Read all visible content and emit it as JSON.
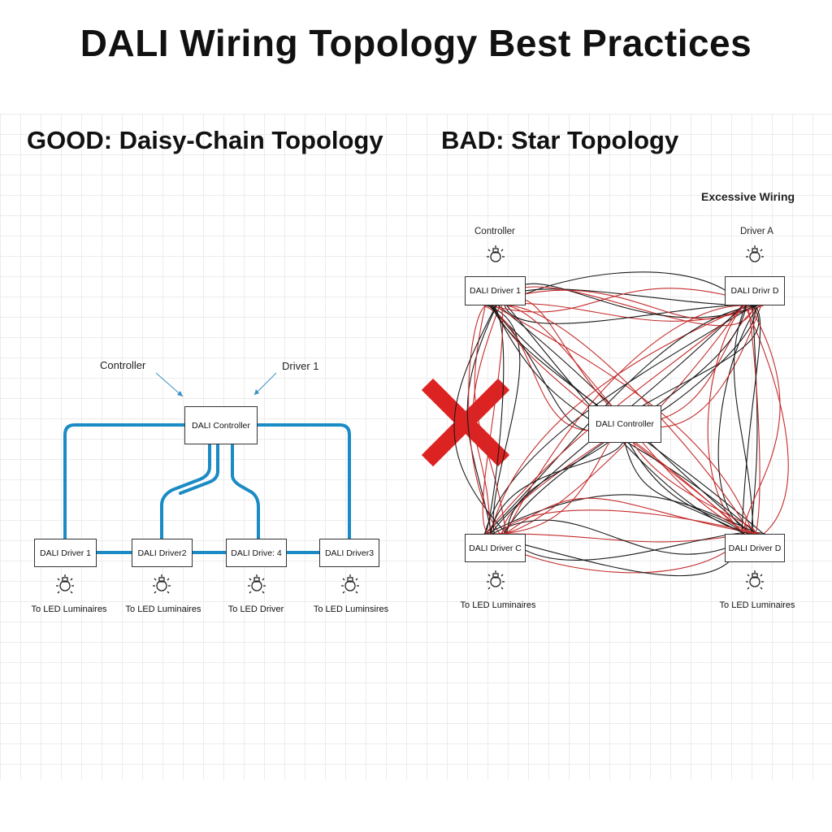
{
  "title": "DALI Wiring Topology Best Practices",
  "good": {
    "heading": "GOOD: Daisy-Chain Topology",
    "callouts": [
      "Controller",
      "Driver 1"
    ],
    "controller": "DALI Controller",
    "drivers": [
      "DALI Driver 1",
      "DALI Driver2",
      "DALI Drive: 4",
      "DALI Driver3"
    ],
    "outputs": [
      "To LED Luminaires",
      "To LED Luminaires",
      "To LED Driver",
      "To LED Luminsires"
    ]
  },
  "bad": {
    "heading": "BAD: Star Topology",
    "note": "Excessive Wiring",
    "top_labels": [
      "Controller",
      "Driver A"
    ],
    "controller": "DALI Controller",
    "drivers": [
      "DALI Driver 1",
      "DALI Drivr D",
      "DALI Driver C",
      "DALI Driver D"
    ],
    "outputs": [
      "To LED Luminaires",
      "To LED Luminaires"
    ]
  },
  "colors": {
    "good_wire": "#1a8bc4",
    "bad_wire_red": "#c42b2b",
    "bad_wire_black": "#1a1a1a",
    "cross": "#dd2222"
  }
}
